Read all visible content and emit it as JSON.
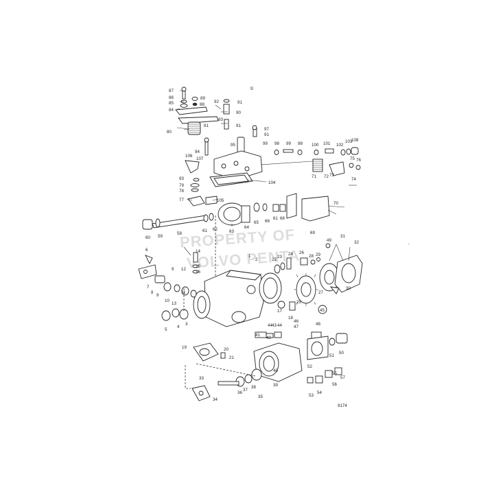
{
  "diagram": {
    "figure_ref": "①",
    "drawing_number": "9174",
    "watermark": [
      "PROPERTY OF",
      "VOLVO PENTA"
    ],
    "callouts": {
      "c1": "1",
      "c2": "2",
      "c3": "3",
      "c4": "4",
      "c5": "5",
      "c6": "6",
      "c7": "7",
      "c8": "8",
      "c9a": "9",
      "c9b": "9",
      "c10": "10",
      "c11": "11",
      "c12": "12",
      "c13": "13",
      "c14": "14",
      "c15": "15",
      "c16": "16",
      "c17": "17",
      "c18": "18",
      "c19": "19",
      "c20": "20",
      "c21": "21",
      "c22": "22",
      "c23": "23",
      "c24": "24",
      "c25": "25",
      "c26": "26",
      "c27": "27",
      "c28": "28",
      "c29": "29",
      "c30": "30",
      "c31": "31",
      "c32": "32",
      "c33": "33",
      "c34": "34",
      "c35": "35",
      "c36": "36",
      "c37": "37",
      "c38": "38",
      "c39": "39",
      "c40": "40",
      "c41": "41",
      "c42": "42",
      "c43": "43",
      "c44": "44",
      "c45": "45",
      "c46": "46",
      "c47": "47",
      "c48": "48",
      "c49": "49",
      "c50": "50",
      "c51": "51",
      "c52": "52",
      "c53": "53",
      "c54": "54",
      "c55": "55",
      "c56": "56",
      "c57": "57",
      "c58": "58",
      "c59": "59",
      "c60": "60",
      "c61a": "61",
      "c61b": "61",
      "c62": "62",
      "c63": "63",
      "c64": "64",
      "c65": "65",
      "c66": "66",
      "c68": "68",
      "c69": "69",
      "c70": "70",
      "c71": "71",
      "c72": "72",
      "c73": "73",
      "c74": "74",
      "c75": "75",
      "c76": "76",
      "c77": "77",
      "c78": "78",
      "c79": "79",
      "c80": "80",
      "c81": "81",
      "c83": "83",
      "c84": "84",
      "c85": "85",
      "c86": "86",
      "c87": "87",
      "c88": "88",
      "c89": "89",
      "c90": "90",
      "c91a": "91",
      "c91b": "91",
      "c91c": "91",
      "c92": "92",
      "c93": "93",
      "c94": "94",
      "c95": "95",
      "c97": "97",
      "c98a": "98",
      "c98b": "98",
      "c99a": "99",
      "c99b": "99",
      "c100": "100",
      "c101": "101",
      "c102": "102",
      "c103": "103",
      "c104": "104",
      "c105": "105",
      "c106": "106",
      "c107": "107",
      "c108": "108"
    }
  }
}
